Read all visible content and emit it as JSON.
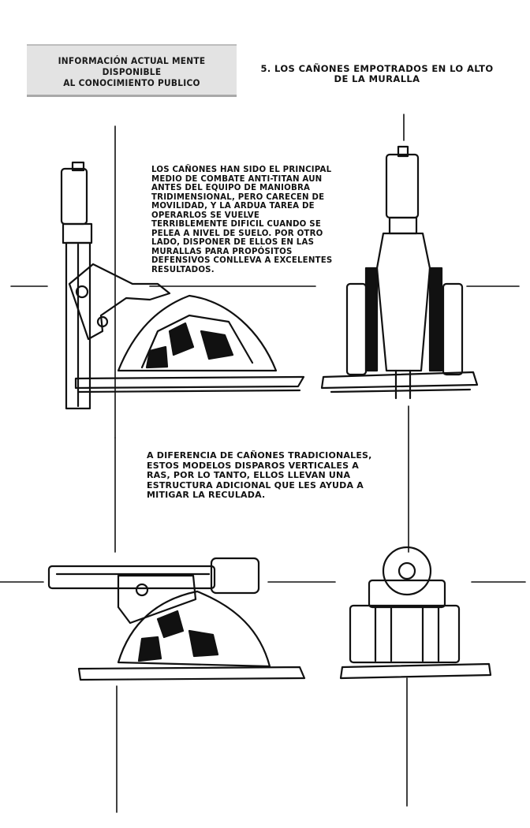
{
  "header": {
    "label_line1": "INFORMACIÓN ACTUAL MENTE DISPONIBLE",
    "label_line2": "AL CONOCIMIENTO PUBLICO"
  },
  "section": {
    "title_line1": "5. LOS CAÑONES EMPOTRADOS EN LO ALTO",
    "title_line2": "DE LA MURALLA"
  },
  "paragraphs": {
    "first": "LOS CAÑONES HAN SIDO EL PRINCIPAL MEDIO DE COMBATE ANTI-TITAN AUN ANTES DEL EQUIPO DE MANIOBRA TRIDIMENSIONAL, PERO CARECEN DE MOVILIDAD, Y LA ARDUA TAREA DE OPERARLOS SE VUELVE TERRIBLEMENTE DIFICIL CUANDO SE PELEA A NIVEL DE SUELO. POR OTRO LADO, DISPONER DE ELLOS EN LAS MURALLAS PARA PROPÓSITOS DEFENSIVOS CONLLEVA A EXCELENTES RESULTADOS.",
    "second": "A DIFERENCIA DE CAÑONES TRADICIONALES, ESTOS MODELOS DISPAROS VERTICALES A RAS, POR LO TANTO, ELLOS LLEVAN UNA ESTRUCTURA ADICIONAL QUE LES AYUDA A MITIGAR LA RECULADA."
  },
  "colors": {
    "ink": "#111111",
    "header_bg": "#e3e3e3",
    "paper": "#ffffff"
  }
}
